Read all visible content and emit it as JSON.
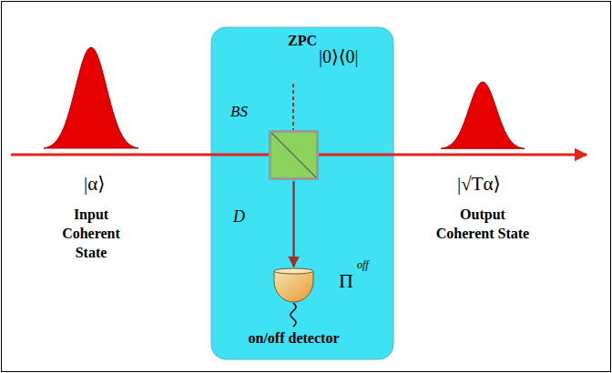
{
  "diagram": {
    "nodes": [
      {
        "text": [
          "ZPC"
        ]
      },
      {
        "text": [
          "BS"
        ],
        "in": 0
      },
      {
        "text": [
          "on/off detector"
        ],
        "in": 0
      }
    ],
    "edges": [
      {
        "from": 1,
        "to": 2,
        "arrow": "to"
      }
    ],
    "labels": [
      "|α⟩",
      "Input Coherent State",
      "|√Tα⟩",
      "Output Coherent State",
      "|0⟩⟨0|",
      "D",
      "Π",
      "off"
    ]
  }
}
